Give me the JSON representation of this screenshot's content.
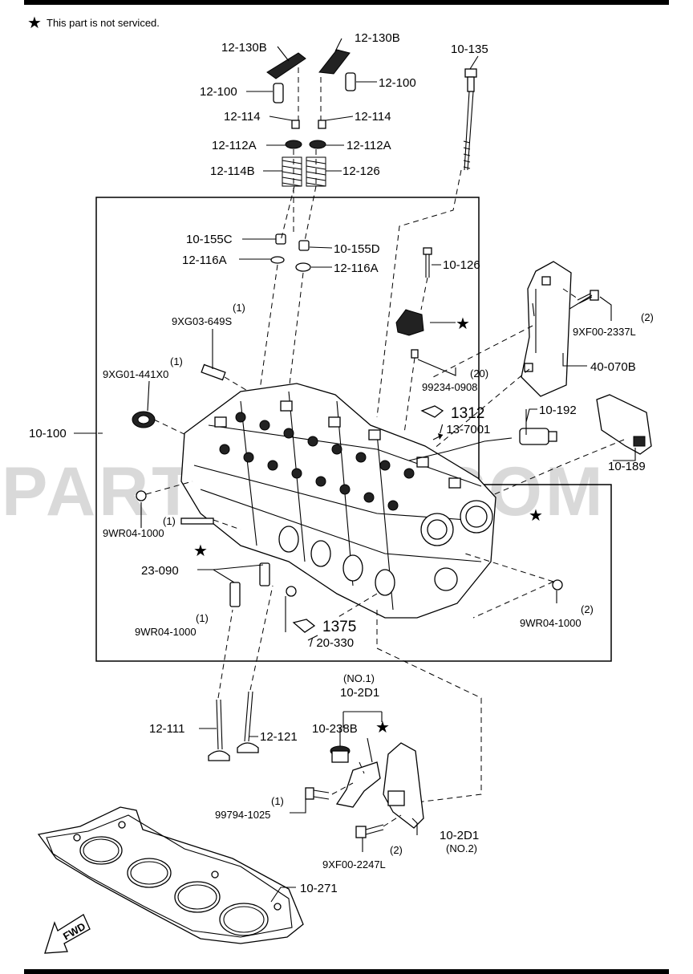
{
  "watermark": "PARTSOUQ.COM",
  "legend": {
    "star_symbol": "★",
    "note": "This part is not serviced."
  },
  "labels": {
    "p12130B_left": "12-130B",
    "p12130B_right": "12-130B",
    "p12100_left": "12-100",
    "p12100_right": "12-100",
    "p12114_left": "12-114",
    "p12114_right": "12-114",
    "p12112A_left": "12-112A",
    "p12112A_right": "12-112A",
    "p12114B": "12-114B",
    "p12126": "12-126",
    "p10135": "10-135",
    "p10155C": "10-155C",
    "p10155D": "10-155D",
    "p12116A_left": "12-116A",
    "p12116A_right": "12-116A",
    "p10126": "10-126",
    "p9XG03_qty": "(1)",
    "p9XG03": "9XG03-649S",
    "p9XF00_2337_qty": "(2)",
    "p9XF00_2337": "9XF00-2337L",
    "p40070B": "40-070B",
    "p9XG01_qty": "(1)",
    "p9XG01": "9XG01-441X0",
    "p99234_qty": "(20)",
    "p99234": "99234-0908",
    "p10100": "10-100",
    "ref1312": "1312",
    "ref13_7001": "/ 13-7001",
    "p10192": "10-192",
    "p10189": "10-189",
    "p9WR04_a_qty": "(1)",
    "p9WR04_a": "9WR04-1000",
    "p23090": "23-090",
    "p9WR04_b_qty": "(1)",
    "p9WR04_b": "9WR04-1000",
    "p9WR04_c_qty": "(2)",
    "p9WR04_c": "9WR04-1000",
    "ref1375": "1375",
    "ref20_330": "/ 20-330",
    "p102D1_no1_note": "(NO.1)",
    "p102D1_no1": "10-2D1",
    "p10238B": "10-238B",
    "p12111": "12-111",
    "p12121": "12-121",
    "p99794_qty": "(1)",
    "p99794": "99794-1025",
    "p102D1_no2": "10-2D1",
    "p102D1_no2_note": "(NO.2)",
    "p9XF00_2247_qty": "(2)",
    "p9XF00_2247": "9XF00-2247L",
    "p10271": "10-271",
    "fwd": "FWD"
  }
}
